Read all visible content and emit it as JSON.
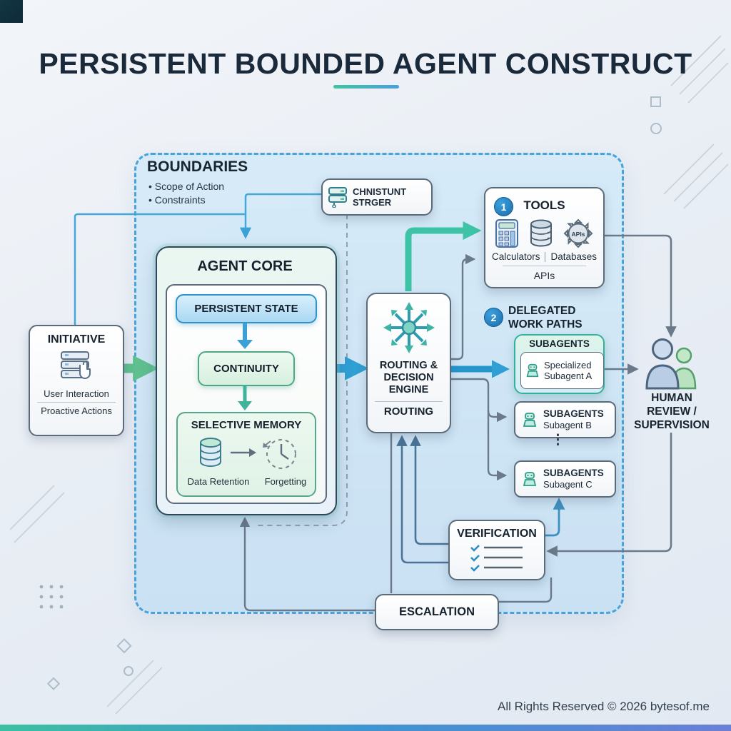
{
  "title": "PERSISTENT BOUNDED AGENT CONSTRUCT",
  "footer": "All Rights Reserved © 2026 bytesof.me",
  "boundaries": {
    "title": "BOUNDARIES",
    "items": [
      "• Scope of Action",
      "• Constraints"
    ]
  },
  "storage": {
    "lines": [
      "CHNISTUNT",
      "STRGER"
    ]
  },
  "agent_core": {
    "title": "AGENT CORE",
    "persistent_state": "PERSISTENT STATE",
    "continuity": "CONTINUITY",
    "selective_memory": {
      "title": "SELECTIVE MEMORY",
      "left_label": "Data Retention",
      "right_label": "Forgetting"
    }
  },
  "initiative": {
    "title": "INITIATIVE",
    "line1": "User Interaction",
    "line2": "Proactive Actions"
  },
  "routing": {
    "lines": [
      "ROUTING &",
      "DECISION",
      "ENGINE"
    ],
    "subtitle": "ROUTING"
  },
  "tools": {
    "badge": "1",
    "title": "TOOLS",
    "label_left": "Calculators",
    "label_right": "Databases",
    "label_bottom": "APIs",
    "gear_text": "APIs"
  },
  "delegated": {
    "badge": "2",
    "lines": [
      "DELEGATED",
      "WORK PATHS"
    ]
  },
  "subagents": {
    "a_header": "SUBAGENTS",
    "a_lines": [
      "Specialized",
      "Subagent A"
    ],
    "b_title": "SUBAGENTS",
    "b_sub": "Subagent B",
    "c_title": "SUBAGENTS",
    "c_sub": "Subagent C",
    "ellipsis": "⋮"
  },
  "human": {
    "lines": [
      "HUMAN",
      "REVIEW /",
      "SUPERVISION"
    ]
  },
  "verification": {
    "title": "VERIFICATION"
  },
  "escalation": {
    "title": "ESCALATION"
  },
  "colors": {
    "accent_teal": "#3fc3a6",
    "accent_blue": "#2f9fd4",
    "accent_green": "#5fbf8f",
    "ink": "#1e2b3a",
    "line_gray": "#6b7a8a",
    "boundary_blue": "#4aa3d8"
  }
}
